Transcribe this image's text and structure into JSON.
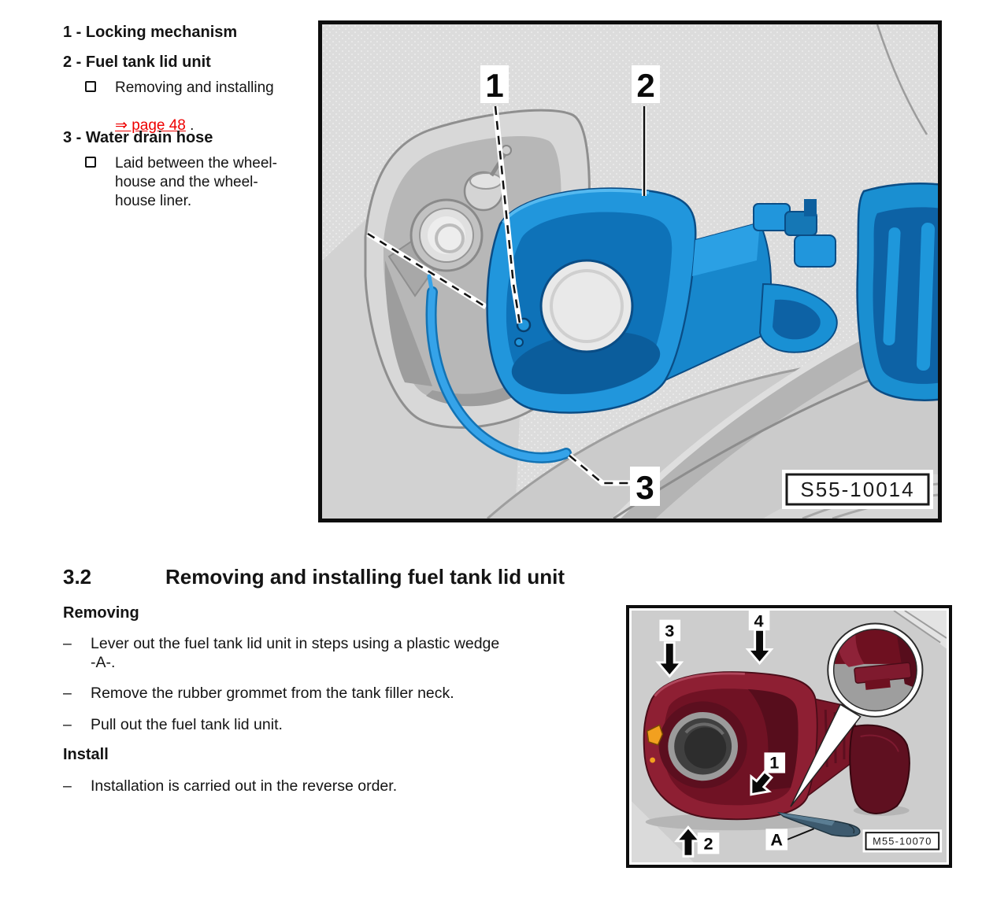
{
  "parts_list": {
    "items": [
      {
        "label": "1 - Locking mechanism"
      },
      {
        "label": "2 - Fuel tank lid unit",
        "bullet": {
          "text": "Removing and installing",
          "link_text": "⇒ page 48",
          "suffix": " ."
        }
      },
      {
        "label": "3 - Water drain hose",
        "bullet": {
          "text": "Laid between the wheel-\nhouse and the wheel-\nhouse liner."
        }
      }
    ]
  },
  "figure_top": {
    "callout_1": "1",
    "callout_2": "2",
    "callout_3": "3",
    "figure_id": "S55-10014"
  },
  "section": {
    "number": "3.2",
    "title": "Removing and installing fuel tank lid unit",
    "removing_heading": "Removing",
    "step_dash": "–",
    "removing_steps": [
      "Lever out the fuel tank lid unit in steps using a plastic wedge\n-A-.",
      "Remove the rubber grommet from the tank filler neck.",
      "Pull out the fuel tank lid unit."
    ],
    "install_heading": "Install",
    "install_steps": [
      "Installation is carried out in the reverse order."
    ]
  },
  "figure_bottom": {
    "callout_1": "1",
    "callout_2": "2",
    "callout_3": "3",
    "callout_4": "4",
    "callout_a": "A",
    "figure_id": "M55-10070"
  },
  "colors": {
    "link_red": "#ee0000",
    "part_blue": "#2196dc",
    "part_blue_dark": "#0d5f9e",
    "hose_blue": "#35a3e9",
    "lid_maroon": "#8e1f33",
    "lid_maroon_dark": "#5c0f1f",
    "wedge_slate": "#3d5a6e",
    "clip_orange": "#f2a01f",
    "figure_border": "#0d0d0d"
  }
}
